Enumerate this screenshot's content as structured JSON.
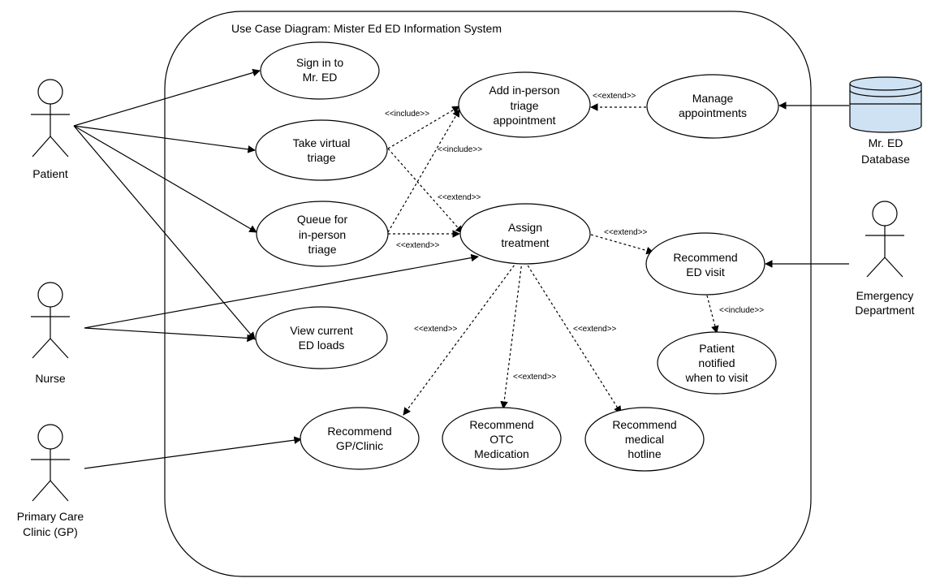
{
  "title": "Use Case Diagram: Mister Ed ED Information System",
  "actors": {
    "patient": "Patient",
    "nurse": "Nurse",
    "gp_line1": "Primary Care",
    "gp_line2": "Clinic (GP)",
    "ed_line1": "Emergency",
    "ed_line2": "Department",
    "db_line1": "Mr. ED",
    "db_line2": "Database"
  },
  "use_cases": {
    "sign_in": [
      "Sign in to",
      "Mr. ED"
    ],
    "virtual_triage": [
      "Take virtual",
      "triage"
    ],
    "queue_triage": [
      "Queue for",
      "in-person",
      "triage"
    ],
    "view_loads": [
      "View current",
      "ED loads"
    ],
    "add_appointment": [
      "Add in-person",
      "triage",
      "appointment"
    ],
    "manage_appointments": [
      "Manage",
      "appointments"
    ],
    "assign_treatment": [
      "Assign",
      "treatment"
    ],
    "recommend_ed": [
      "Recommend",
      "ED visit"
    ],
    "patient_notified": [
      "Patient",
      "notified",
      "when to visit"
    ],
    "recommend_gp": [
      "Recommend",
      "GP/Clinic"
    ],
    "recommend_otc": [
      "Recommend",
      "OTC",
      "Medication"
    ],
    "recommend_hotline": [
      "Recommend",
      "medical",
      "hotline"
    ]
  },
  "relations": {
    "include": "<<include>>",
    "extend": "<<extend>>"
  },
  "colors": {
    "database_fill": "#cfe2f3",
    "stroke": "#000000"
  }
}
